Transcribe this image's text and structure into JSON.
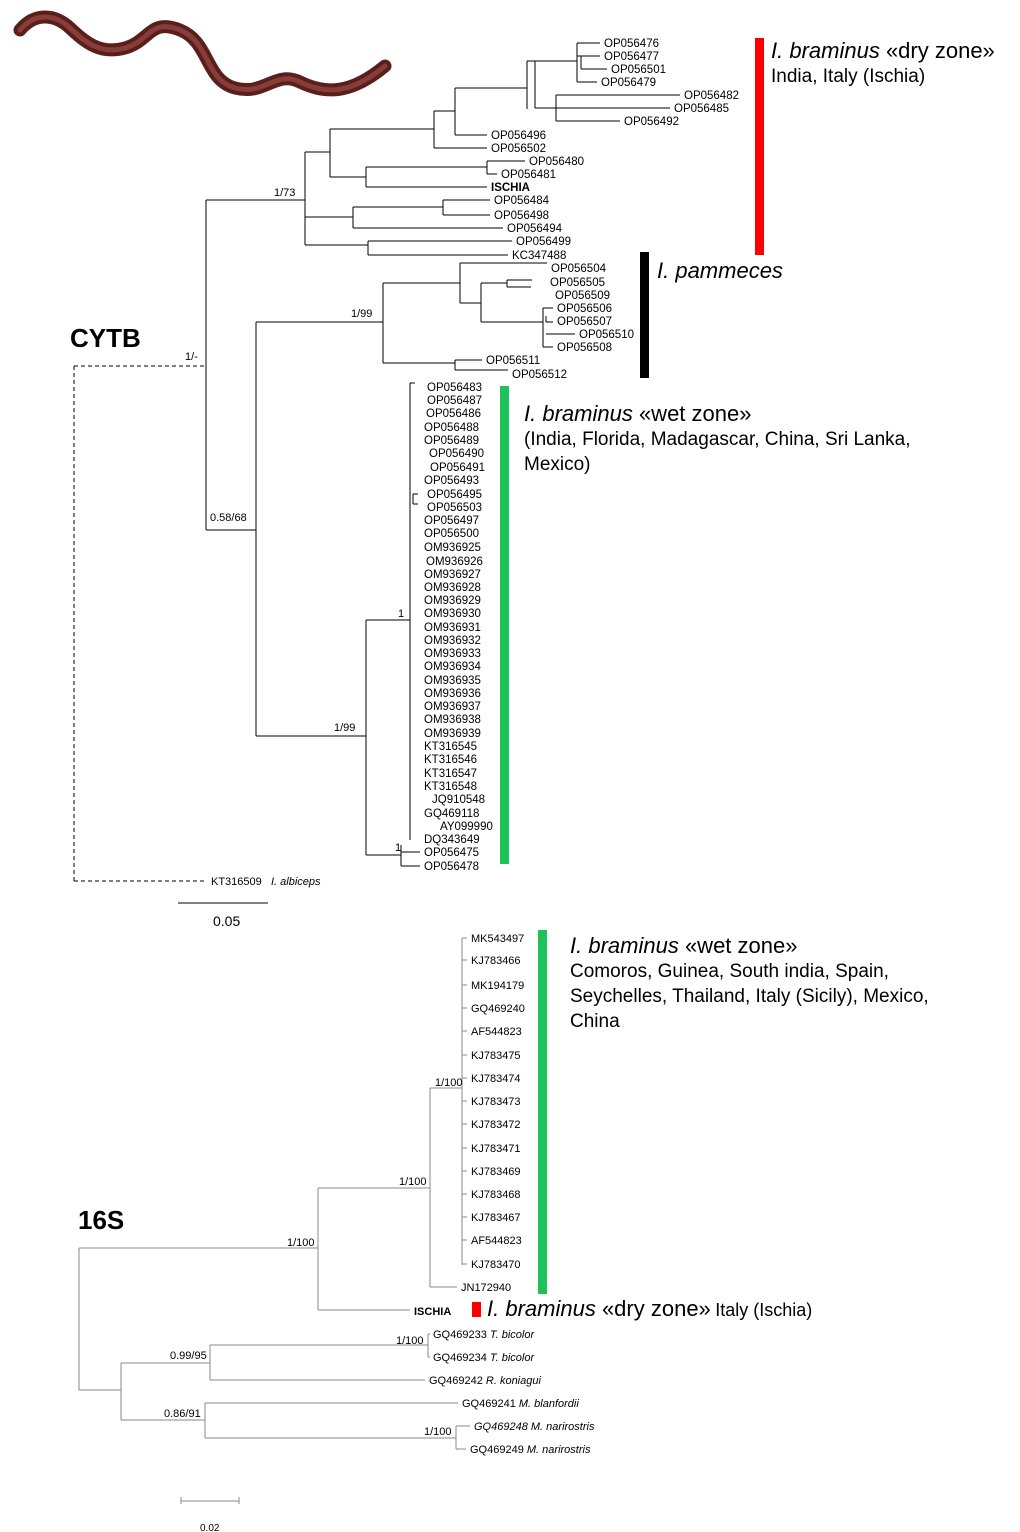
{
  "figure": {
    "marker_cytb": "CYTB",
    "marker_16s": "16S"
  },
  "cytb": {
    "tips": {
      "t0": "OP056476",
      "t1": "OP056477",
      "t2": "OP056501",
      "t3": "OP056479",
      "t4": "OP056482",
      "t5": "OP056485",
      "t6": "OP056492",
      "t7": "OP056496",
      "t8": "OP056502",
      "t9": "OP056480",
      "t10": "OP056481",
      "t11": "ISCHIA",
      "t12": "OP056484",
      "t13": "OP056498",
      "t14": "OP056494",
      "t15": "OP056499",
      "t16": "KC347488",
      "p0": "OP056504",
      "p1": "OP056505",
      "p2": "OP056509",
      "p3": "OP056506",
      "p4": "OP056507",
      "p5": "OP056510",
      "p6": "OP056508",
      "p7": "OP056511",
      "p8": "OP056512",
      "w0": "OP056483",
      "w1": "OP056487",
      "w2": "OP056486",
      "w3": "OP056488",
      "w4": "OP056489",
      "w5": "OP056490",
      "w6": "OP056491",
      "w7": "OP056493",
      "w8": "OP056495",
      "w9": "OP056503",
      "w10": "OP056497",
      "w11": "OP056500",
      "w12": "OM936925",
      "w13": "OM936926",
      "w14": "OM936927",
      "w15": "OM936928",
      "w16": "OM936929",
      "w17": "OM936930",
      "w18": "OM936931",
      "w19": "OM936932",
      "w20": "OM936933",
      "w21": "OM936934",
      "w22": "OM936935",
      "w23": "OM936936",
      "w24": "OM936937",
      "w25": "OM936938",
      "w26": "OM936939",
      "w27": "KT316545",
      "w28": "KT316546",
      "w29": "KT316547",
      "w30": "KT316548",
      "w31": "JQ910548",
      "w32": "GQ469118",
      "w33": "AY099990",
      "w34": "DQ343649",
      "w35": "OP056475",
      "w36": "OP056478",
      "outgroup_code": "KT316509",
      "outgroup_species": "I. albiceps"
    },
    "support": {
      "dry": "1/73",
      "pamm": "1/99",
      "root": "1/-",
      "wet_deep": "0.58/68",
      "wet": "1/99",
      "wet_main": "1",
      "wet_small": "1"
    },
    "scale_label": "0.05",
    "clades": {
      "dry": {
        "name_italic": "I. braminus",
        "name_rest": " «dry zone»",
        "localities": "India, Italy (Ischia)",
        "color": "#ff0000"
      },
      "pammeces": {
        "name_italic": "I. pammeces",
        "color": "#000000"
      },
      "wet": {
        "name_italic": "I. braminus",
        "name_rest": " «wet zone»",
        "localities": "(India, Florida, Madagascar, China, Sri Lanka, Mexico)",
        "color": "#1ec25b"
      }
    }
  },
  "s16": {
    "tips": {
      "w0": "MK543497",
      "w1": "KJ783466",
      "w2": "MK194179",
      "w3": "GQ469240",
      "w4": "AF544823",
      "w5": "KJ783475",
      "w6": "KJ783474",
      "w7": "KJ783473",
      "w8": "KJ783472",
      "w9": "KJ783471",
      "w10": "KJ783469",
      "w11": "KJ783468",
      "w12": "KJ783467",
      "w13": "AF544823",
      "w14": "KJ783470",
      "w15": "JN172940",
      "ischia": "ISCHIA",
      "o1_code": "GQ469233",
      "o1_sp": "T. bicolor",
      "o2_code": "GQ469234",
      "o2_sp": "T. bicolor",
      "o3_code": "GQ469242",
      "o3_sp": "R. koniagui",
      "o4_code": "GQ469241",
      "o4_sp": "M. blanfordii",
      "o5_code": "GQ469248",
      "o5_sp": "M. narirostris",
      "o6_code": "GQ469249",
      "o6_sp": "M. narirostris"
    },
    "support": {
      "wet": "1/100",
      "wet_plus": "1/100",
      "ingroup": "1/100",
      "tbicolor": "1/100",
      "tr": "0.99/95",
      "mm": "0.86/91",
      "mnar": "1/100"
    },
    "scale_label": "0.02",
    "clades": {
      "wet": {
        "name_italic": "I. braminus",
        "name_rest": " «wet zone»",
        "localities": "Comoros, Guinea, South india, Spain, Seychelles, Thailand, Italy (Sicily), Mexico, China",
        "color": "#1ec25b"
      },
      "dry": {
        "name_italic": "I. braminus",
        "name_rest": " «dry zone»",
        "localities": "Italy (Ischia)",
        "color": "#ff0000"
      }
    }
  }
}
